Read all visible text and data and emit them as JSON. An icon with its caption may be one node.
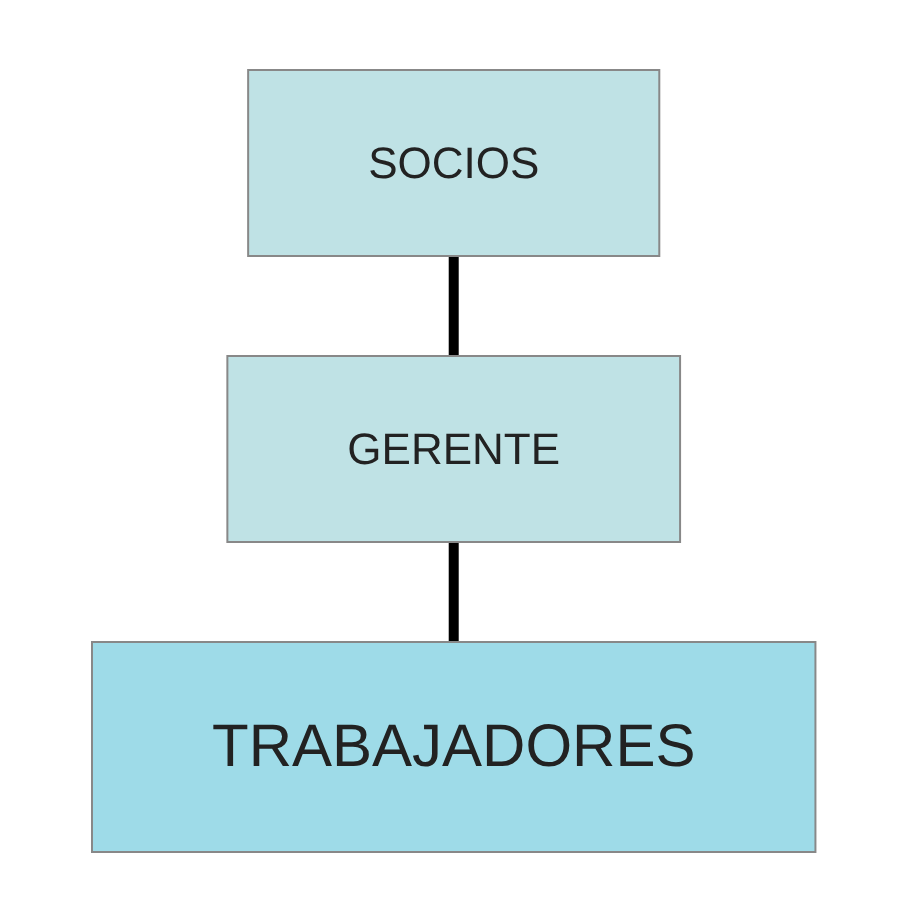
{
  "diagram": {
    "nodes": [
      {
        "text": [
          "SOCIOS"
        ]
      },
      {
        "text": [
          "GERENTE"
        ]
      },
      {
        "text": [
          "TRABAJADORES"
        ]
      }
    ],
    "edges": [
      {
        "from": 0,
        "to": 1,
        "arrow": "none"
      },
      {
        "from": 1,
        "to": 2,
        "arrow": "none"
      }
    ]
  }
}
